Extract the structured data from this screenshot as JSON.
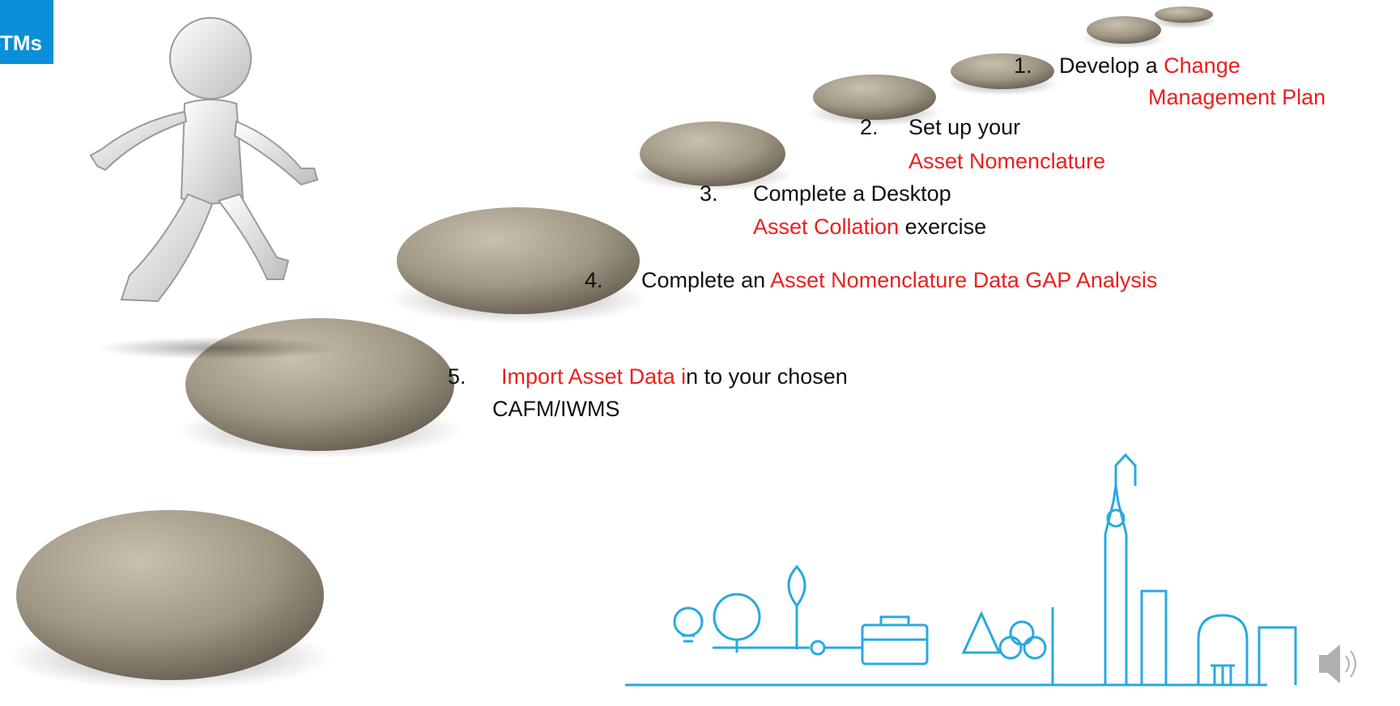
{
  "logo": {
    "text": "TMs",
    "color": "#0b8fd8"
  },
  "accent_color": "#e8211e",
  "steps": [
    {
      "num": "1.",
      "pre": "Develop a ",
      "hl1": "Change",
      "hl2": "Management Plan"
    },
    {
      "num": "2.",
      "pre": "Set up your",
      "hl": "Asset Nomenclature"
    },
    {
      "num": "3.",
      "pre": "Complete a Desktop",
      "hl": "Asset Collation",
      "post": " exercise"
    },
    {
      "num": "4.",
      "pre": "Complete an ",
      "hl": "Asset Nomenclature Data GAP Analysis"
    },
    {
      "num": "5.",
      "hl": "Import Asset Data i",
      "post": "n to your chosen",
      "line2": "CAFM/IWMS"
    }
  ],
  "illustrations": [
    "stepping-stones",
    "running-figure",
    "city-skyline",
    "speaker-icon"
  ]
}
